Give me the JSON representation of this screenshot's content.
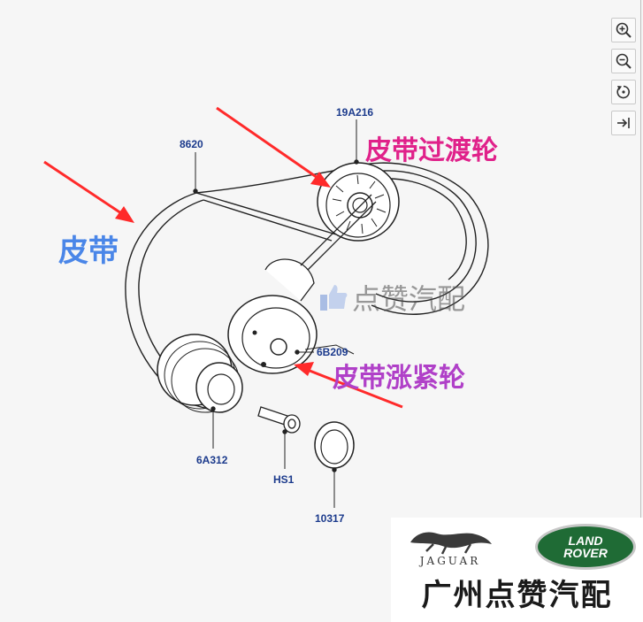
{
  "toolbar": {
    "buttons": [
      {
        "name": "zoom-in",
        "icon": "zoom-in-icon"
      },
      {
        "name": "zoom-out",
        "icon": "zoom-out-icon"
      },
      {
        "name": "reset",
        "icon": "rotate-reset-icon"
      },
      {
        "name": "expand",
        "icon": "arrow-to-right-icon"
      }
    ]
  },
  "parts": {
    "belt": "8620",
    "idler_pulley": "19A216",
    "tensioner": "6B209",
    "crank_pulley": "6A312",
    "bolt": "HS1",
    "washer": "10317"
  },
  "annotations": {
    "belt": "皮带",
    "idler": "皮带过渡轮",
    "tensioner": "皮带涨紧轮"
  },
  "watermark": "点赞汽配",
  "branding": {
    "jaguar": "JAGUAR",
    "landrover_line1": "LAND",
    "landrover_line2": "ROVER",
    "shop_name": "广州点赞汽配"
  },
  "colors": {
    "part_label": "#1b3a8c",
    "belt_anno": "#4a86e8",
    "idler_anno": "#e0218a",
    "tensioner_anno": "#b040c8",
    "arrow": "#ff2a2a",
    "landrover_green": "#1f6b35"
  }
}
